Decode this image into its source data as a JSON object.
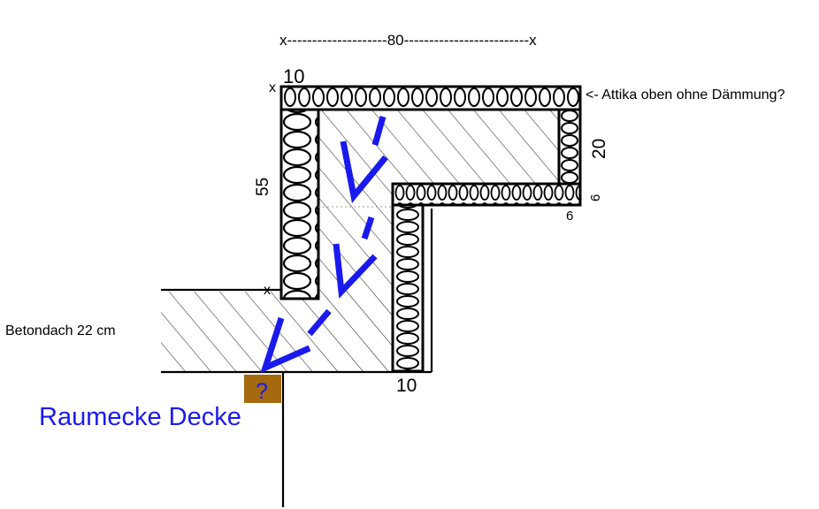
{
  "labels": {
    "dim_top": "x--------------------80-------------------------x",
    "dim_10_top": "10",
    "marker_x_top": "x",
    "marker_x_mid": "x",
    "dim_55": "55",
    "dim_20": "20",
    "dim_6_vertical": "6",
    "dim_6_bottom": "6",
    "dim_10_bottom": "10",
    "attika_note": "<- Attika oben ohne Dämmung?",
    "betondach": "Betondach 22 cm",
    "question_mark": "?",
    "raumecke": "Raumecke Decke"
  },
  "colors": {
    "annotation_blue": "#1a1aee",
    "question_box": "#a56a0e",
    "line": "#000000"
  }
}
